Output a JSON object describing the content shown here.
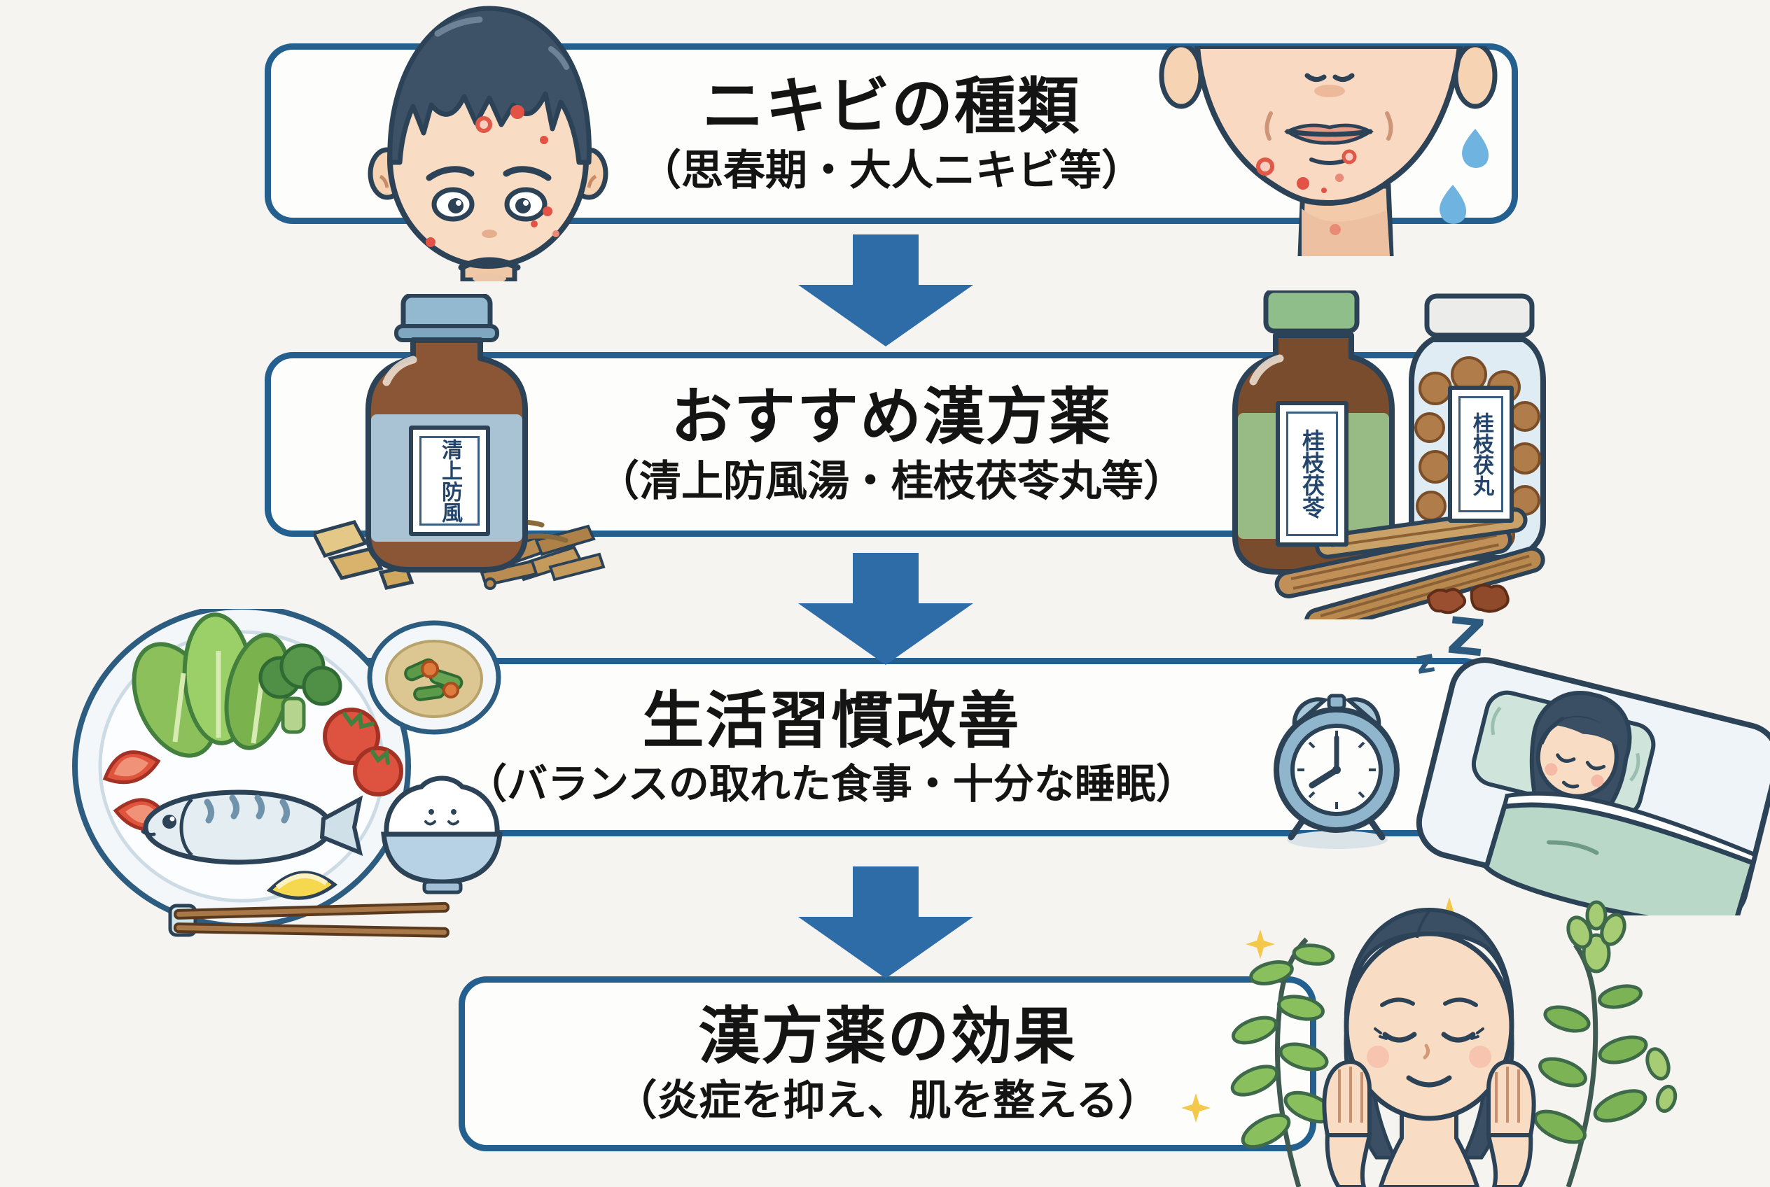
{
  "style": {
    "background": "#f5f4f0",
    "box_fill": "#fdfdfb",
    "box_border_color": "#24608f",
    "arrow_color": "#2e6ca8",
    "text_color": "#141414"
  },
  "steps": [
    {
      "title": "ニキビの種類",
      "subtitle": "（思春期・大人ニキビ等）"
    },
    {
      "title": "おすすめ漢方薬",
      "subtitle": "（清上防風湯・桂枝茯苓丸等）"
    },
    {
      "title": "生活習慣改善",
      "subtitle": "（バランスの取れた食事・十分な睡眠）"
    },
    {
      "title": "漢方薬の効果",
      "subtitle": "（炎症を抑え、肌を整える）"
    }
  ],
  "medicine_labels": {
    "brown_bottle": "清上防風",
    "green_bottle": "桂枝茯苓",
    "clear_jar": "桂枝茯丸"
  },
  "sleep": {
    "z_small": "z",
    "z_large": "Z"
  }
}
